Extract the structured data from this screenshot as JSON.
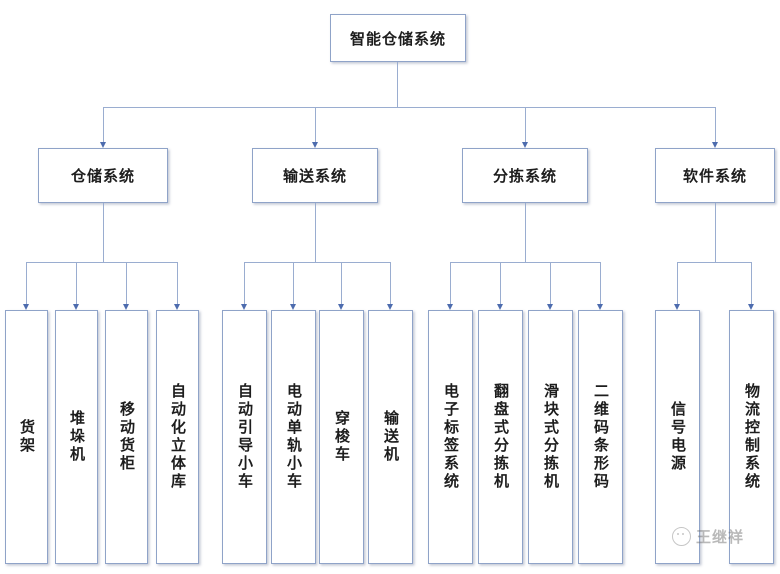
{
  "diagram": {
    "title": "智能仓储系统",
    "orientation": "top-down-tree",
    "colors": {
      "background": "#ffffff",
      "box_border": "#8fa3c8",
      "box_fill": "#ffffff",
      "connector": "#9aadd0",
      "arrow": "#4d6cae",
      "text": "#1d1d1d"
    },
    "root": {
      "label": "智能仓储系统"
    },
    "branches": [
      {
        "label": "仓储系统",
        "children": [
          {
            "label": "货架"
          },
          {
            "label": "堆垛机"
          },
          {
            "label": "移动货柜"
          },
          {
            "label": "自动化立体库"
          }
        ]
      },
      {
        "label": "输送系统",
        "children": [
          {
            "label": "自动引导小车"
          },
          {
            "label": "电动单轨小车"
          },
          {
            "label": "穿梭车"
          },
          {
            "label": "输送机"
          }
        ]
      },
      {
        "label": "分拣系统",
        "children": [
          {
            "label": "电子标签系统"
          },
          {
            "label": "翻盘式分拣机"
          },
          {
            "label": "滑块式分拣机"
          },
          {
            "label": "二维码条形码"
          }
        ]
      },
      {
        "label": "软件系统",
        "children": [
          {
            "label": "信号电源"
          },
          {
            "label": "物流控制系统"
          }
        ]
      }
    ]
  },
  "watermark": {
    "icon": "wechat-logo-icon",
    "text": "王继祥"
  }
}
